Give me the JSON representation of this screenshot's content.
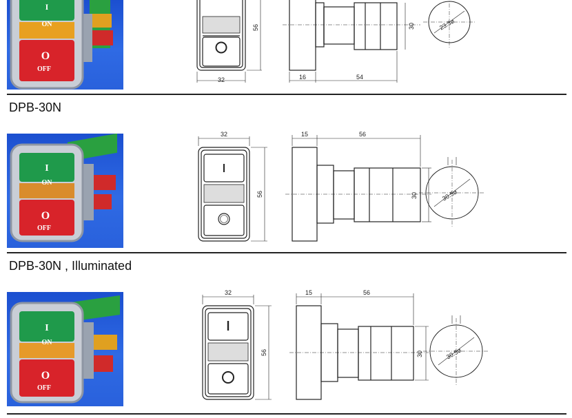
{
  "sections": [
    {
      "title": "",
      "front": {
        "width": "32",
        "height": "56"
      },
      "side": {
        "depth": "16",
        "body": "54",
        "dia": "30"
      },
      "cutout": "23.3ø"
    },
    {
      "title": "DPB-30N",
      "front": {
        "width": "32",
        "height": "56"
      },
      "side": {
        "depth": "15",
        "body": "56",
        "dia": "30"
      },
      "cutout": "30.5ø"
    },
    {
      "title": "DPB-30N , Illuminated",
      "front": {
        "width": "32",
        "height": "56"
      },
      "side": {
        "depth": "15",
        "body": "56",
        "dia": "30"
      },
      "cutout": "30.5ø"
    }
  ],
  "button_labels": {
    "on_symbol": "I",
    "on_text": "ON",
    "off_symbol": "O",
    "off_text": "OFF"
  },
  "colors": {
    "photo_bg": "#2a64de",
    "on_green": "#1f9a4b",
    "off_red": "#d8232a",
    "amber": "#f0a020",
    "rule": "#222222"
  }
}
